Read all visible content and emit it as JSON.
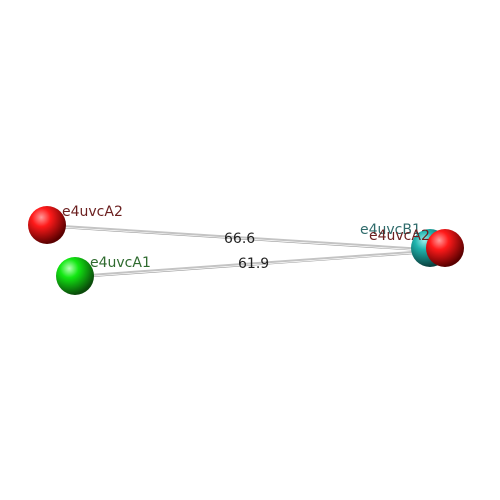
{
  "colors": {
    "red_atom": "#ff0000",
    "green_atom": "#00ee00",
    "cyan_atom": "#20b2aa",
    "label_red": "#6b1f1f",
    "label_green": "#2f6b2f",
    "label_cyan": "#2f6b6b",
    "bond_line": "#bbbbbb"
  },
  "atoms": [
    {
      "id": "a2_left",
      "label": "e4uvcA2",
      "color": "red"
    },
    {
      "id": "a1_left",
      "label": "e4uvcA1",
      "color": "green"
    },
    {
      "id": "b1_right",
      "label": "e4uvcB1",
      "color": "cyan"
    },
    {
      "id": "a2_right",
      "label": "e4uvcA2",
      "color": "red"
    }
  ],
  "distances": [
    {
      "from": "e4uvcA2",
      "to": "e4uvcA2",
      "value": "66.6"
    },
    {
      "from": "e4uvcA1",
      "to": "e4uvcA2",
      "value": "61.9"
    }
  ]
}
